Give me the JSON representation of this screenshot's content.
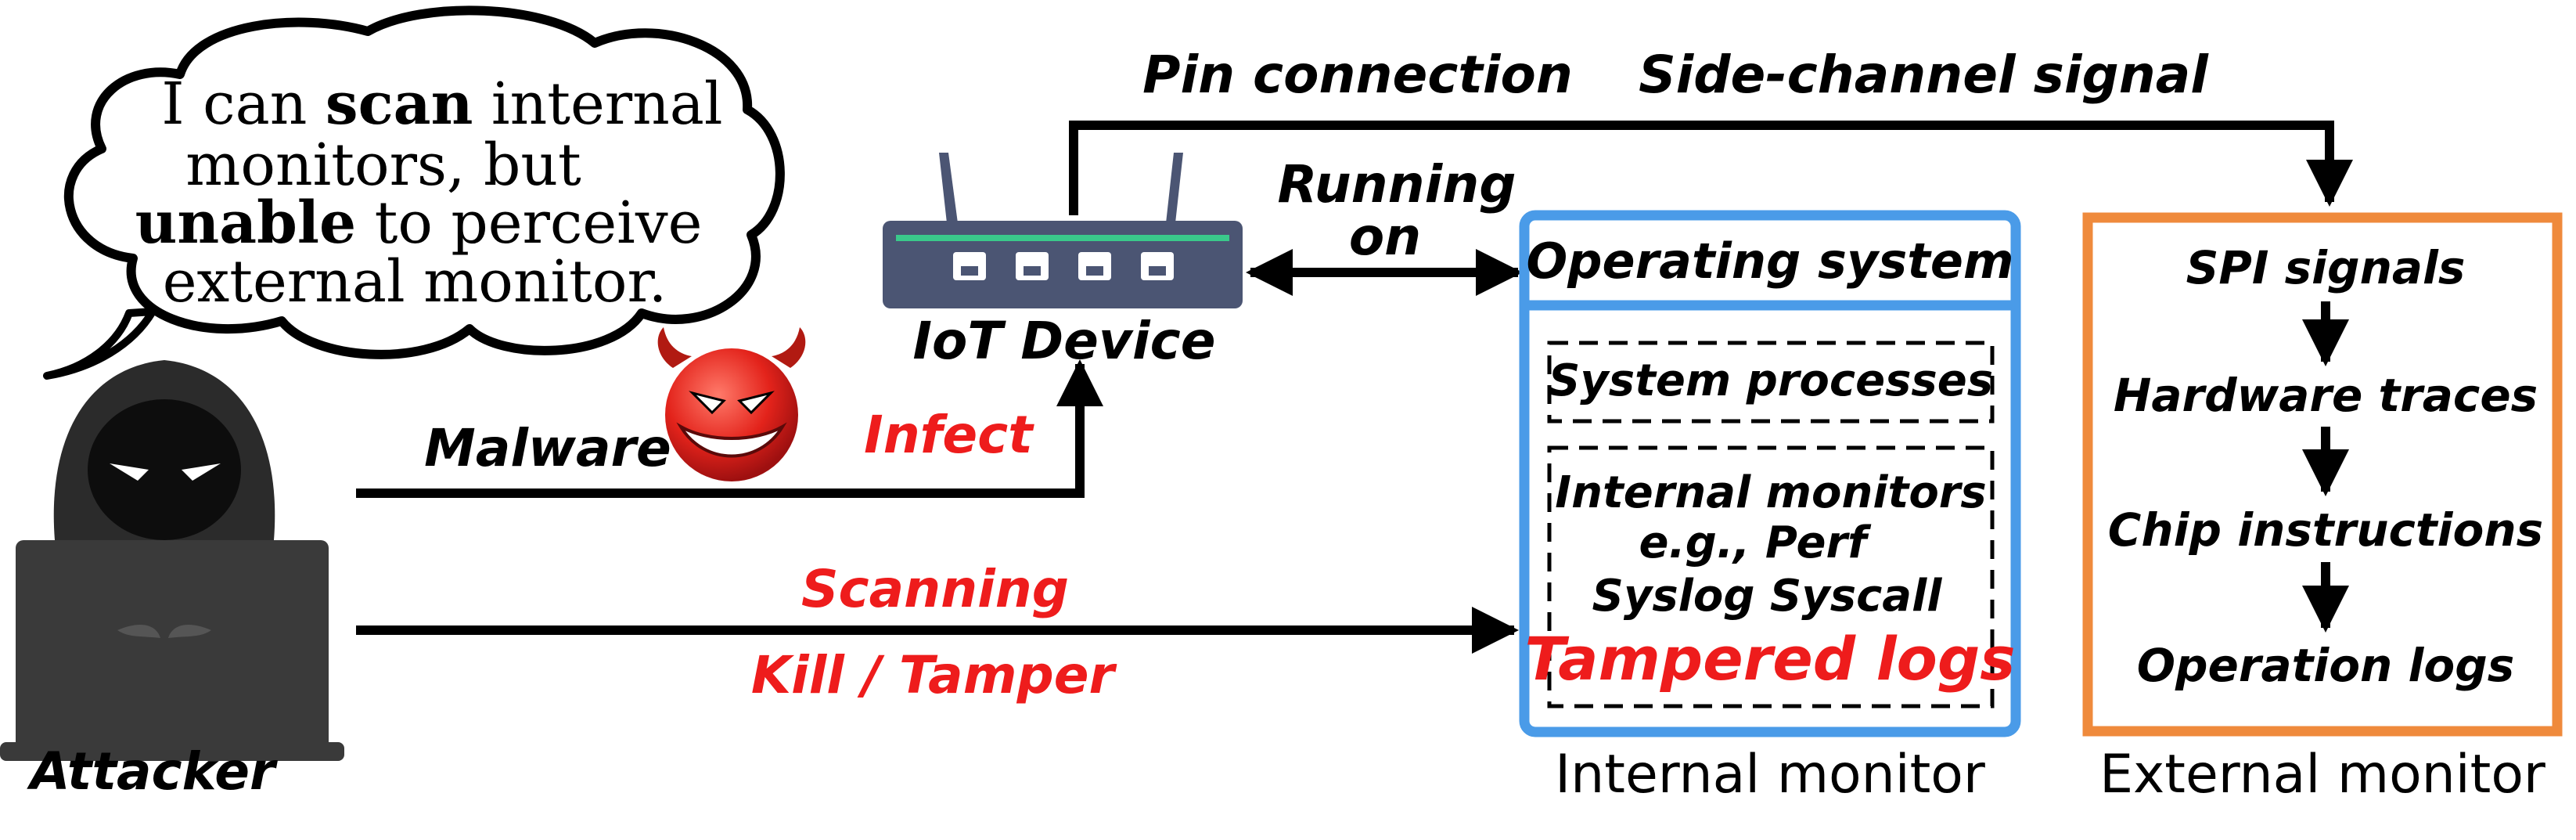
{
  "speech": {
    "line1_a": "I can ",
    "line1_b": "scan",
    "line1_c": " internal",
    "line2": "monitors, but",
    "line3_a": "unable",
    "line3_b": " to perceive",
    "line4": "external monitor."
  },
  "attacker_label": "Attacker",
  "malware_label": "Malware",
  "infect_label": "Infect",
  "iot_label": "IoT Device",
  "pin_connection_label": "Pin connection",
  "side_channel_label": "Side-channel signal",
  "running_on": [
    "Running",
    "on"
  ],
  "scanning_label": "Scanning",
  "kill_tamper_label": "Kill / Tamper",
  "internal": {
    "header": "Operating system",
    "system_processes": "System processes",
    "monitors_lines": [
      "Internal monitors",
      "e.g., Perf",
      "Syslog Syscall"
    ],
    "tampered_logs": "Tampered logs",
    "caption": "Internal monitor",
    "border_color": "#4a9be8"
  },
  "external": {
    "steps": [
      "SPI signals",
      "Hardware traces",
      "Chip instructions",
      "Operation logs"
    ],
    "caption": "External monitor",
    "border_color": "#ef8a3c"
  },
  "colors": {
    "red_text": "#ee1c1c",
    "router": "#4b5573",
    "router_leds": "#39d68e"
  }
}
